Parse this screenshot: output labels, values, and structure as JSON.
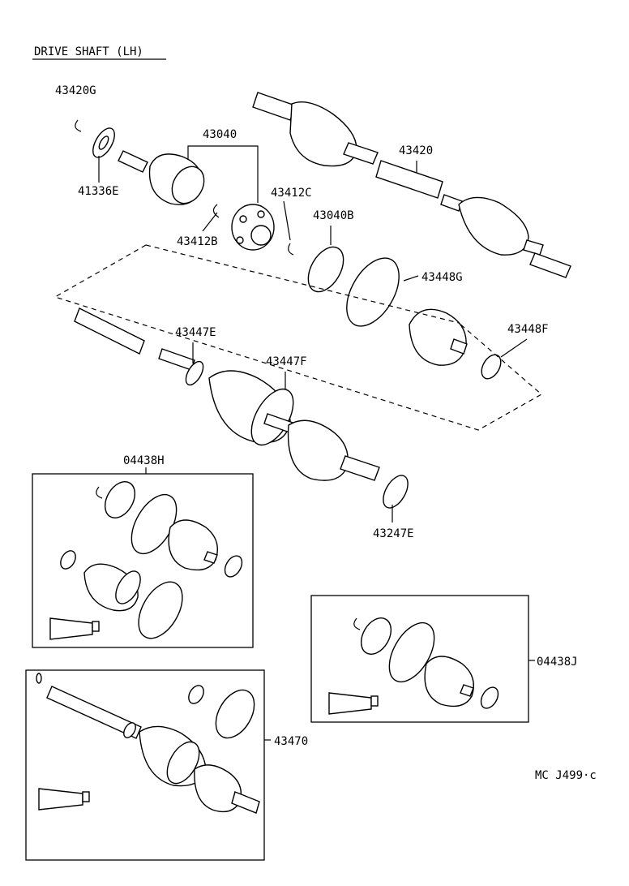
{
  "title": "DRIVE SHAFT (LH)",
  "labels": {
    "p43420G": "43420G",
    "p41336E": "41336E",
    "p43040": "43040",
    "p43412B": "43412B",
    "p43412C": "43412C",
    "p43420": "43420",
    "p43040B": "43040B",
    "p43448G": "43448G",
    "p43447E": "43447E",
    "p43447F": "43447F",
    "p43448F": "43448F",
    "p04438H": "04438H",
    "p43247E": "43247E",
    "p04438J": "04438J",
    "p43470": "43470"
  },
  "figure_code": "MC J499·c"
}
